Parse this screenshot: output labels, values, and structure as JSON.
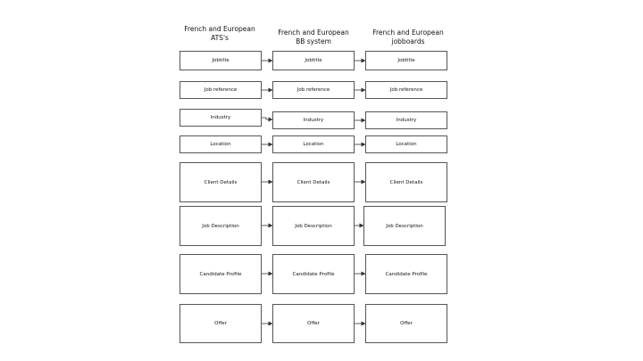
{
  "columns": [
    {
      "header": "French and European\nATS's"
    },
    {
      "header": "French and European\nBB system"
    },
    {
      "header": "French and European\njobboards"
    }
  ],
  "rows": [
    {
      "label": "Jobtitle"
    },
    {
      "label": "Job reference"
    },
    {
      "label": "Industry"
    },
    {
      "label": "Location"
    },
    {
      "label": "Client Details"
    },
    {
      "label": "Job Description"
    },
    {
      "label": "Candidate Profile"
    },
    {
      "label": "Offer"
    }
  ],
  "colors": {
    "border": "#555555",
    "arrow": "#333333"
  }
}
